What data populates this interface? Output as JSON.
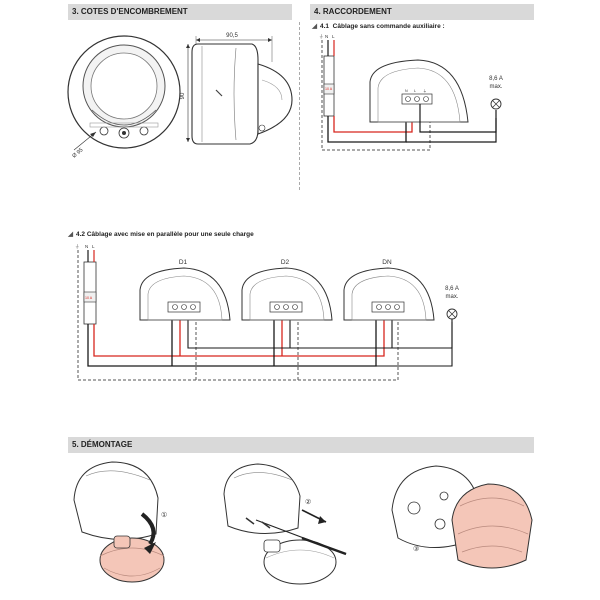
{
  "sections": {
    "dimensions": {
      "title": "3. COTES D'ENCOMBREMENT",
      "width_label": "90,5",
      "height_label": "90",
      "diameter_label": "Ø 95"
    },
    "connection": {
      "title": "4. RACCORDEMENT",
      "sub41": {
        "number": "4.1",
        "title": "Câblage sans commande auxiliaire :"
      },
      "sub42": {
        "number": "4.2",
        "title": "Câblage avec mise en parallèle pour une seule charge"
      },
      "load_label": "8,6 A\nmax.",
      "breaker_label": "10 A",
      "terminal_labels": [
        "N",
        "L",
        "⏚"
      ],
      "supply_labels": [
        "⏚",
        "N",
        "L"
      ],
      "devices": [
        "D1",
        "D2",
        "DN"
      ]
    },
    "dismantling": {
      "title": "5. DÉMONTAGE",
      "steps": [
        "①",
        "②",
        "③"
      ]
    }
  },
  "colors": {
    "live": "#d7261e",
    "neutral": "#1a1a1a",
    "cover": "#f4c6b8",
    "header": "#d9d9d9"
  }
}
